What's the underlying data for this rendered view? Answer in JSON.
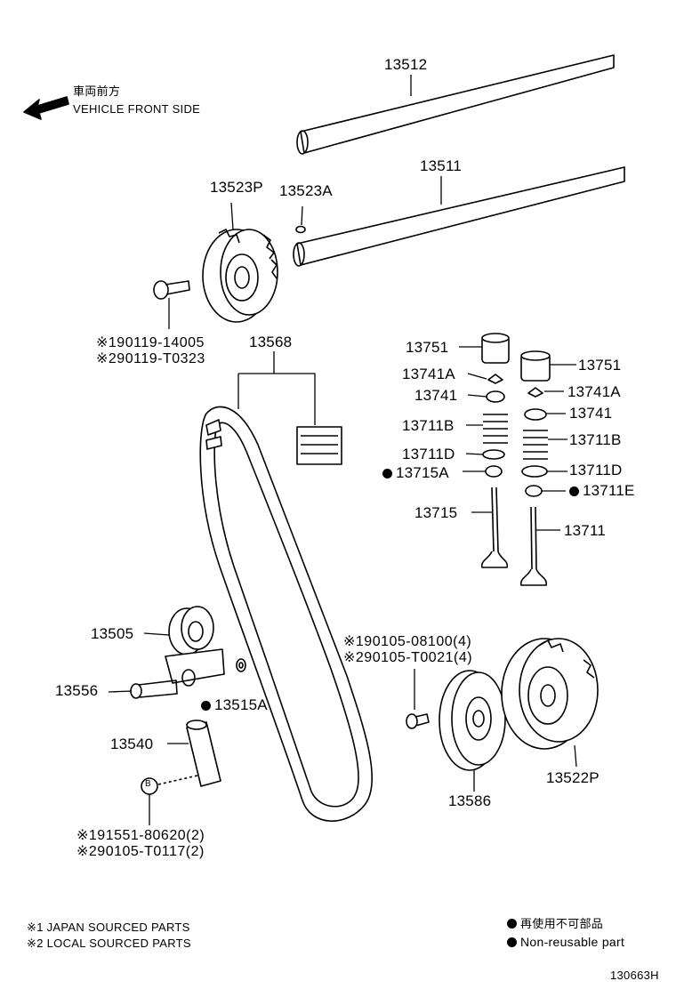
{
  "front_side": {
    "jp": "車両前方",
    "en": "VEHICLE FRONT SIDE"
  },
  "parts": {
    "p13512": "13512",
    "p13511": "13511",
    "p13523P": "13523P",
    "p13523A": "13523A",
    "bolt_a_1": "※190119-14005",
    "bolt_a_2": "※290119-T0323",
    "p13568": "13568",
    "p13751_l": "13751",
    "p13751_r": "13751",
    "p13741A_l": "13741A",
    "p13741A_r": "13741A",
    "p13741_l": "13741",
    "p13741_r": "13741",
    "p13711B_l": "13711B",
    "p13711B_r": "13711B",
    "p13711D_l": "13711D",
    "p13711D_r": "13711D",
    "p13715A": "13715A",
    "p13711E": "13711E",
    "p13715": "13715",
    "p13711": "13711",
    "p13505": "13505",
    "p13556": "13556",
    "p13515A": "13515A",
    "p13540": "13540",
    "bolt_b_1": "※190105-08100(4)",
    "bolt_b_2": "※290105-T0021(4)",
    "p13586": "13586",
    "p13522P": "13522P",
    "bolt_c_1": "※191551-80620(2)",
    "bolt_c_2": "※290105-T0117(2)",
    "circle_b": "B"
  },
  "notes": {
    "note1": "※1 JAPAN SOURCED PARTS",
    "note2": "※2 LOCAL SOURCED PARTS",
    "legend_jp": "再使用不可部品",
    "legend_en": "Non-reusable part"
  },
  "figure_id": "130663H"
}
